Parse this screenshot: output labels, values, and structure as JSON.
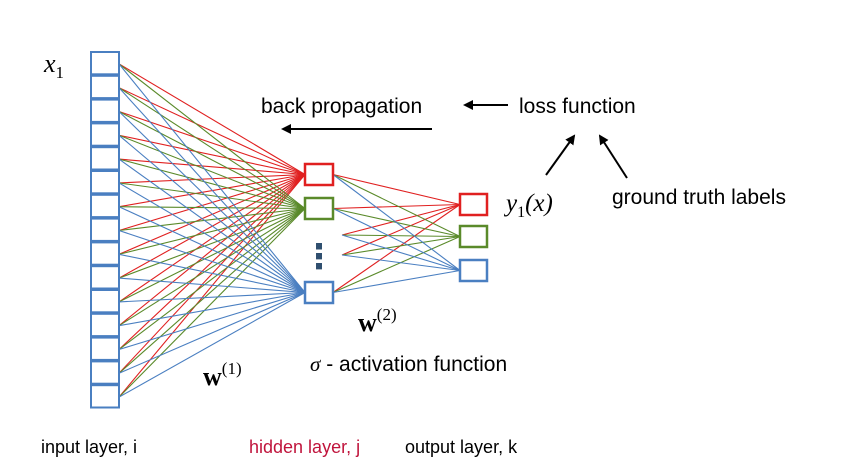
{
  "labels": {
    "x1_var": "x",
    "x1_sub": "1",
    "back_propagation": "back propagation",
    "loss_function": "loss function",
    "y1_var": "y",
    "y1_sub": "1",
    "y1_arg": "(x)",
    "ground_truth": "ground truth labels",
    "w1_bold": "w",
    "w1_sup": "(1)",
    "w2_bold": "w",
    "w2_sup": "(2)",
    "sigma": "σ",
    "activation": " - activation function",
    "input_layer": "input layer, i",
    "hidden_layer": "hidden layer, j",
    "output_layer": "output layer, k",
    "ellipsis": "⋮"
  },
  "network": {
    "input_units": 15,
    "hidden_units_shown": 3,
    "output_units": 3,
    "unit_colors": [
      "#e02020",
      "#5a8a2a",
      "#4a7fc1"
    ],
    "input_unit_color": "#4a7fc1"
  },
  "colors": {
    "hidden_label": "#c0143c",
    "arrow": "#000000"
  }
}
